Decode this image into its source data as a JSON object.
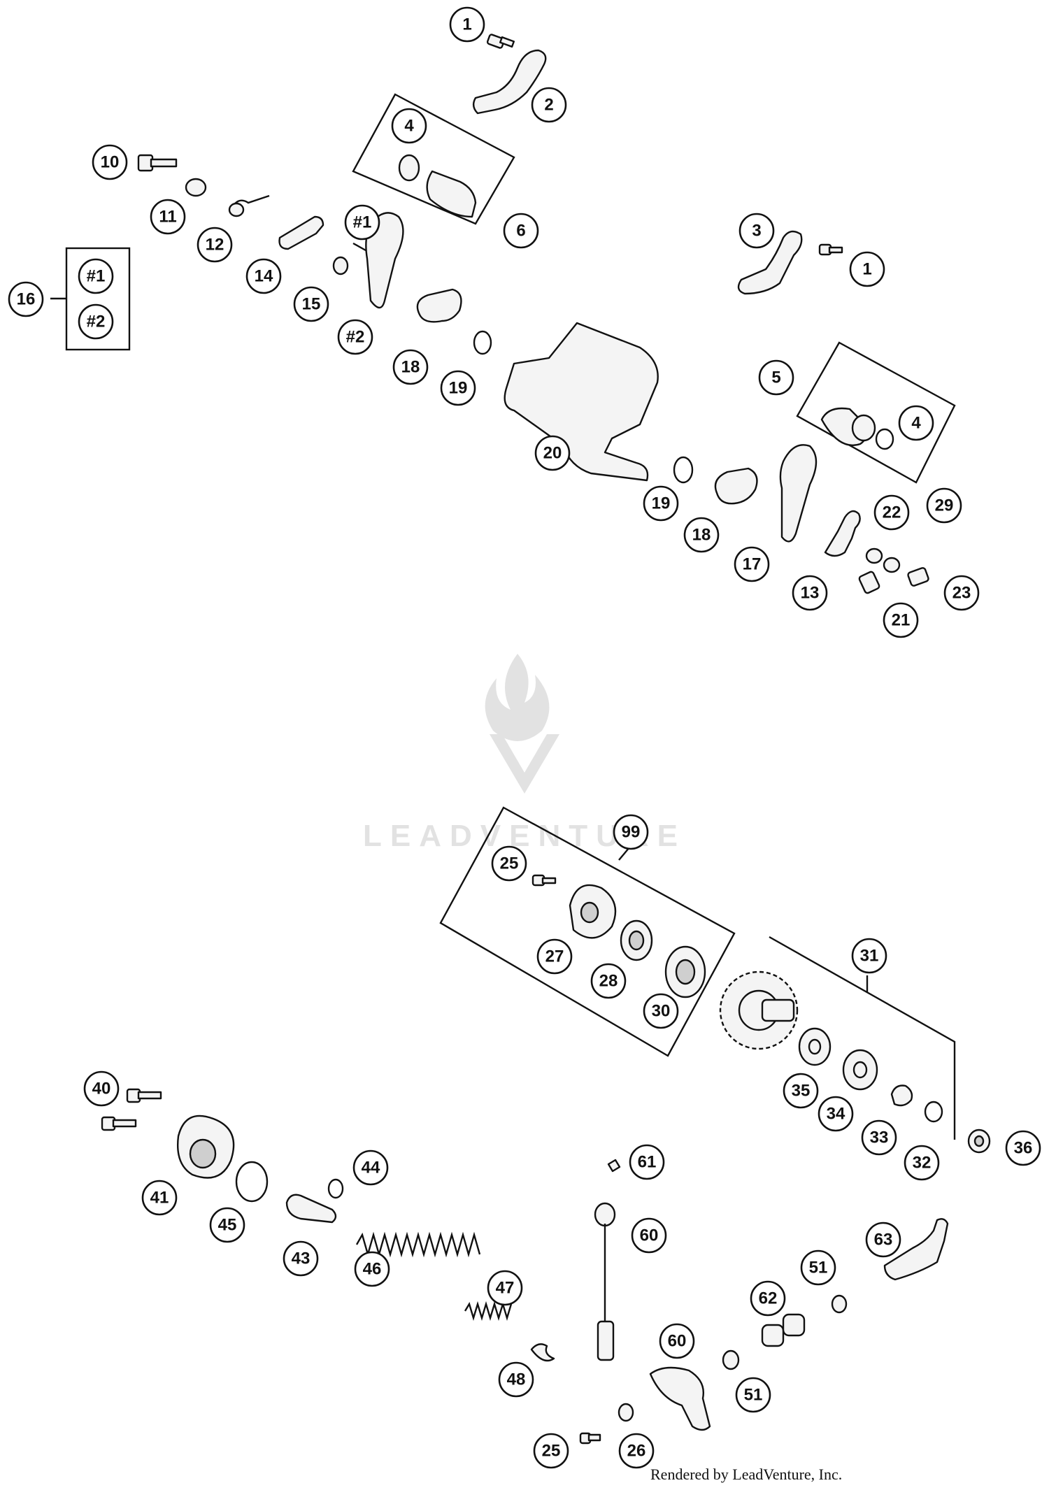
{
  "watermark": {
    "text": "LEADVENTURE"
  },
  "credit": "Rendered by LeadVenture, Inc.",
  "callouts": [
    {
      "label": "1"
    },
    {
      "label": "2"
    },
    {
      "label": "4"
    },
    {
      "label": "6"
    },
    {
      "label": "10"
    },
    {
      "label": "11"
    },
    {
      "label": "12"
    },
    {
      "label": "14"
    },
    {
      "label": "#1"
    },
    {
      "label": "#1"
    },
    {
      "label": "#2"
    },
    {
      "label": "16"
    },
    {
      "label": "15"
    },
    {
      "label": "#2"
    },
    {
      "label": "18"
    },
    {
      "label": "19"
    },
    {
      "label": "3"
    },
    {
      "label": "1"
    },
    {
      "label": "5"
    },
    {
      "label": "4"
    },
    {
      "label": "20"
    },
    {
      "label": "19"
    },
    {
      "label": "18"
    },
    {
      "label": "17"
    },
    {
      "label": "22"
    },
    {
      "label": "29"
    },
    {
      "label": "13"
    },
    {
      "label": "23"
    },
    {
      "label": "21"
    },
    {
      "label": "99"
    },
    {
      "label": "25"
    },
    {
      "label": "27"
    },
    {
      "label": "28"
    },
    {
      "label": "30"
    },
    {
      "label": "31"
    },
    {
      "label": "35"
    },
    {
      "label": "34"
    },
    {
      "label": "33"
    },
    {
      "label": "32"
    },
    {
      "label": "36"
    },
    {
      "label": "40"
    },
    {
      "label": "41"
    },
    {
      "label": "45"
    },
    {
      "label": "44"
    },
    {
      "label": "43"
    },
    {
      "label": "46"
    },
    {
      "label": "47"
    },
    {
      "label": "48"
    },
    {
      "label": "61"
    },
    {
      "label": "60"
    },
    {
      "label": "63"
    },
    {
      "label": "51"
    },
    {
      "label": "62"
    },
    {
      "label": "60"
    },
    {
      "label": "51"
    },
    {
      "label": "25"
    },
    {
      "label": "26"
    }
  ]
}
